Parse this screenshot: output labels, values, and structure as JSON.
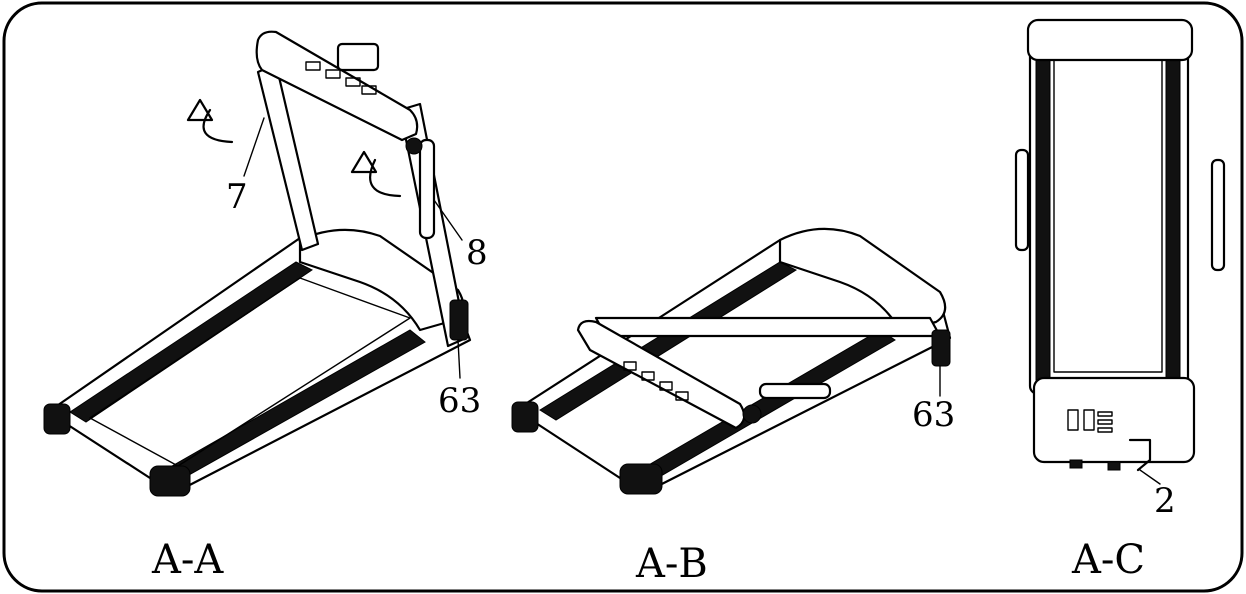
{
  "views": [
    {
      "caption": "A-A",
      "callouts": [
        "7",
        "8",
        "63"
      ]
    },
    {
      "caption": "A-B",
      "callouts": [
        "63"
      ]
    },
    {
      "caption": "A-C",
      "callouts": [
        "2"
      ]
    }
  ],
  "icons": {
    "rotate_arrow": "curved-arrow-icon"
  }
}
